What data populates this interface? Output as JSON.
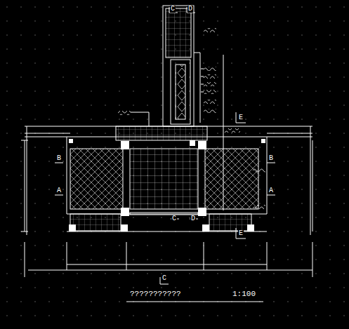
{
  "diagram": {
    "title": "???????????",
    "labels": [
      "C",
      "D",
      "E",
      "B",
      "A",
      "B",
      "A",
      "C",
      "D",
      "E",
      "C",
      "1:100"
    ]
  }
}
